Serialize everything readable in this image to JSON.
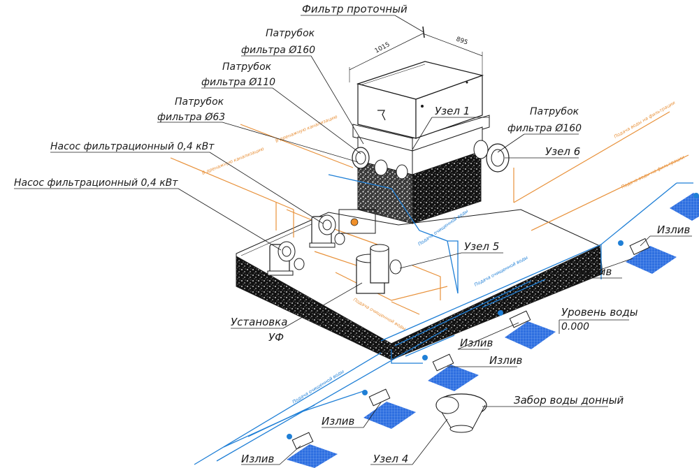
{
  "labels": {
    "filter_flow": "Фильтр проточный",
    "nozzle160_l1": "Патрубок",
    "nozzle160_l2": "фильтра Ø160",
    "nozzle110_l1": "Патрубок",
    "nozzle110_l2": "фильтра Ø110",
    "nozzle63_l1": "Патрубок",
    "nozzle63_l2": "фильтра Ø63",
    "pump1": "Насос фильтрационный  0,4 кВт",
    "pump2": "Насос фильтрационный  0,4 кВт",
    "node1": "Узел 1",
    "nozzle160r_l1": "Патрубок",
    "nozzle160r_l2": "фильтра Ø160",
    "node6": "Узел 6",
    "node5": "Узел 5",
    "uv_l1": "Установка",
    "uv_l2": "УФ",
    "water_level_l1": "Уровень воды",
    "water_level_l2": "0.000",
    "outlet_1": "Излив",
    "outlet_2": "Излив",
    "outlet_3": "Излив",
    "outlet_4": "Излив",
    "outlet_5": "Излив",
    "outlet_6": "Излив",
    "bottom_intake": "Забор воды донный",
    "node4": "Узел 4",
    "dim_1015": "1015",
    "dim_895": "895"
  },
  "pipe_labels": {
    "orange_1": "В дренажную канализацию",
    "orange_2": "В дренажную канализацию",
    "orange_3": "Подача воды на фильтрации",
    "orange_4": "Подача воды на фильтрации",
    "blue_1": "Подача очищенной воды",
    "blue_2": "Подача очищенной воды",
    "blue_3": "Подача очищенной воды",
    "blue_4": "Подача очищенной воды"
  },
  "colors": {
    "line": "#1a1a1a",
    "blue_pipe": "#1f7fd6",
    "orange_pipe": "#e8913a",
    "water": "#2e6fe0",
    "gravel": "#111111"
  }
}
